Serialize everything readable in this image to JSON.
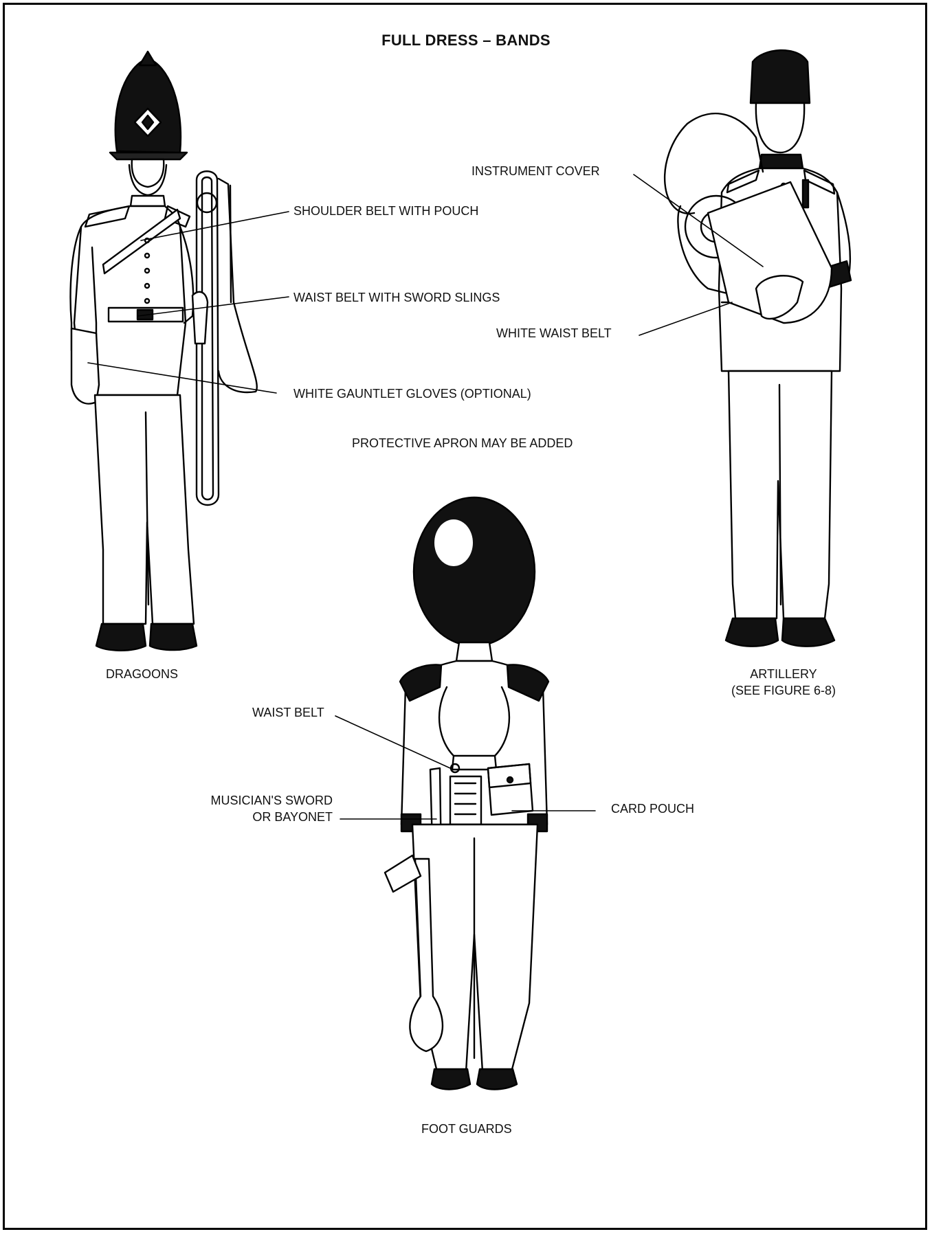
{
  "title": "FULL DRESS – BANDS",
  "figures": {
    "dragoons": "DRAGOONS",
    "artillery": "ARTILLERY",
    "artillery_ref": "(SEE FIGURE 6-8)",
    "foot_guards": "FOOT GUARDS"
  },
  "callouts": {
    "shoulder_belt": "SHOULDER BELT WITH POUCH",
    "waist_belt_slings": "WAIST BELT WITH SWORD SLINGS",
    "gauntlet_gloves": "WHITE GAUNTLET GLOVES (OPTIONAL)",
    "apron_note": "PROTECTIVE APRON MAY BE ADDED",
    "instrument_cover": "INSTRUMENT COVER",
    "white_waist_belt": "WHITE WAIST BELT",
    "waist_belt": "WAIST BELT",
    "musicians_sword_1": "MUSICIAN'S SWORD",
    "musicians_sword_2": "OR BAYONET",
    "card_pouch": "CARD POUCH"
  }
}
